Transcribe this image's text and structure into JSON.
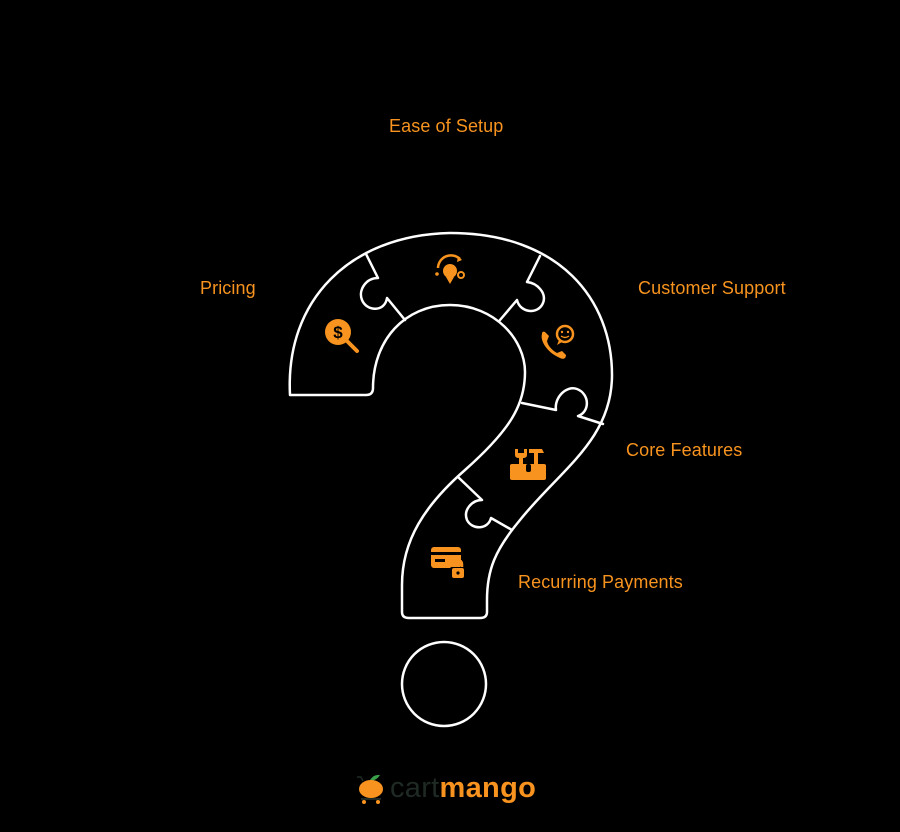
{
  "diagram": {
    "type": "question-mark puzzle infographic",
    "accent_color": "#F7931E",
    "outline_color": "#FFFFFF",
    "background_color": "#000000",
    "segments": [
      {
        "id": "pricing",
        "label": "Pricing",
        "icon": "dollar-search-icon"
      },
      {
        "id": "ease-of-setup",
        "label": "Ease of Setup",
        "icon": "lightbulb-idea-icon"
      },
      {
        "id": "customer-support",
        "label": "Customer Support",
        "icon": "phone-chat-support-icon"
      },
      {
        "id": "core-features",
        "label": "Core Features",
        "icon": "toolbox-tools-icon"
      },
      {
        "id": "recurring-payments",
        "label": "Recurring Payments",
        "icon": "credit-card-lock-icon"
      }
    ]
  },
  "logo": {
    "part1": "cart",
    "part2": "mango",
    "icon": "mango-cart-icon"
  }
}
